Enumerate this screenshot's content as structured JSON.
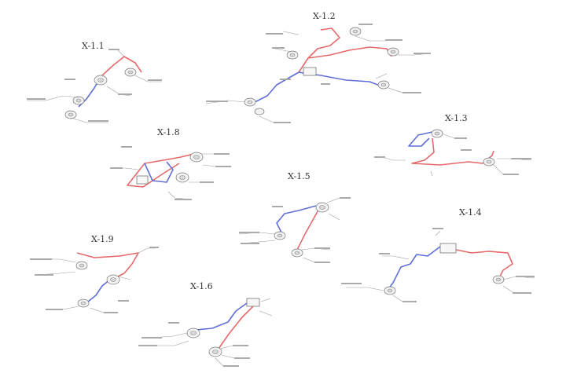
{
  "diagrams": [
    {
      "title": "X-1.1"
    },
    {
      "title": "X-1.2"
    },
    {
      "title": "X-1.3"
    },
    {
      "title": "X-1.8"
    },
    {
      "title": "X-1.5"
    },
    {
      "title": "X-1.4"
    },
    {
      "title": "X-1.9"
    },
    {
      "title": "X-1.6"
    }
  ],
  "colors": {
    "red_path": "#e46a6a",
    "blue_path": "#5f6fd6",
    "node_outline": "#777777"
  }
}
